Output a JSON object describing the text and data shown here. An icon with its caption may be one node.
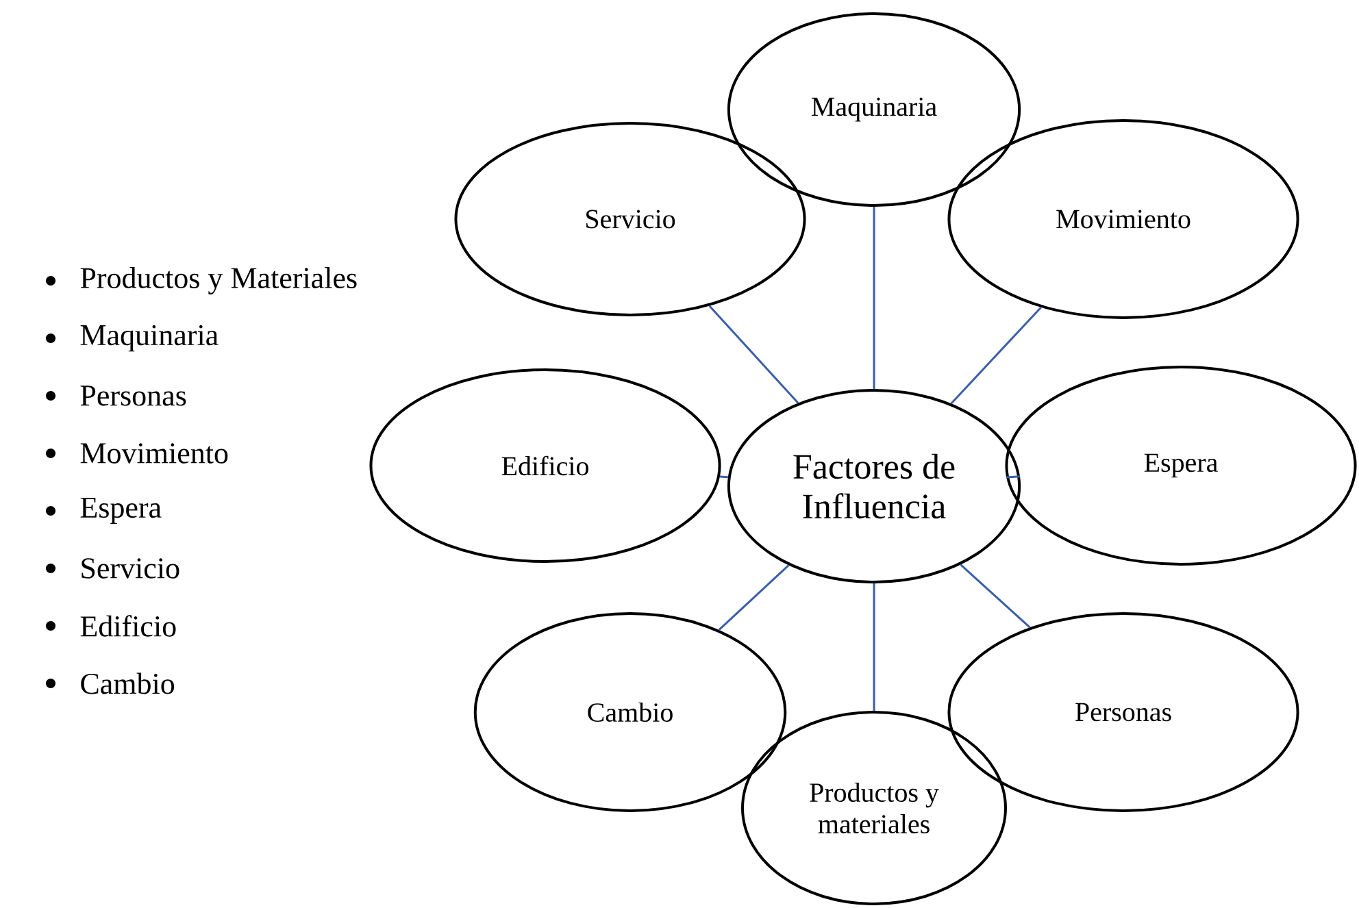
{
  "diagram": {
    "nodes": [
      {
        "text": [
          "Maquinaria"
        ]
      },
      {
        "text": [
          "Servicio"
        ]
      },
      {
        "text": [
          "Movimiento"
        ]
      },
      {
        "text": [
          "Edificio"
        ]
      },
      {
        "text": [
          "Factores de Influencia"
        ]
      },
      {
        "text": [
          "Espera"
        ]
      },
      {
        "text": [
          "Cambio"
        ]
      },
      {
        "text": [
          "Personas"
        ]
      },
      {
        "text": [
          "Productos y materiales"
        ]
      }
    ],
    "edges": [
      {
        "from": 4,
        "to": 0,
        "arrow": "none"
      },
      {
        "from": 4,
        "to": 1,
        "arrow": "none"
      },
      {
        "from": 4,
        "to": 2,
        "arrow": "none"
      },
      {
        "from": 4,
        "to": 3,
        "arrow": "none"
      },
      {
        "from": 4,
        "to": 5,
        "arrow": "none"
      },
      {
        "from": 4,
        "to": 6,
        "arrow": "none"
      },
      {
        "from": 4,
        "to": 7,
        "arrow": "none"
      },
      {
        "from": 4,
        "to": 8,
        "arrow": "none"
      }
    ],
    "labels": [
      "Productos y Materiales",
      "Maquinaria",
      "Personas",
      "Movimiento",
      "Espera",
      "Servicio",
      "Edificio",
      "Cambio"
    ]
  }
}
